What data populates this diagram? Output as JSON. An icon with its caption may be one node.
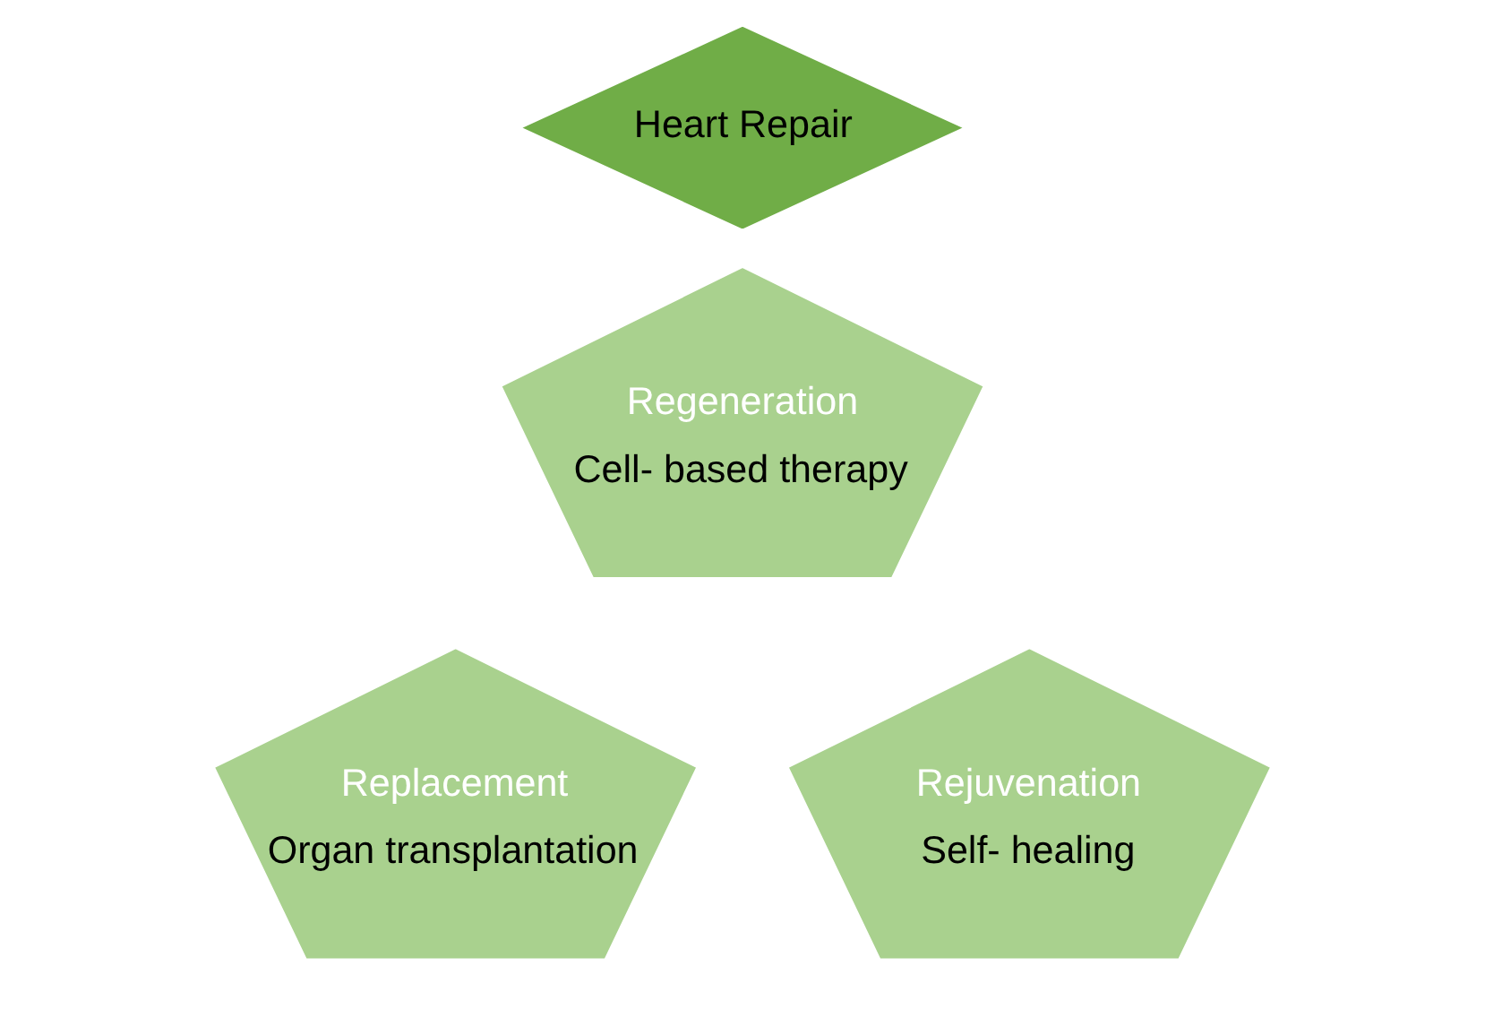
{
  "diagram": {
    "nodes": [
      {
        "text": [
          "Regeneration",
          "Cell- based therapy"
        ]
      },
      {
        "text": [
          "Heart Repair"
        ]
      },
      {
        "text": [
          "Replacement",
          "Organ transplantation"
        ]
      },
      {
        "text": [
          "Rejuvenation",
          "Self- healing"
        ]
      }
    ]
  }
}
